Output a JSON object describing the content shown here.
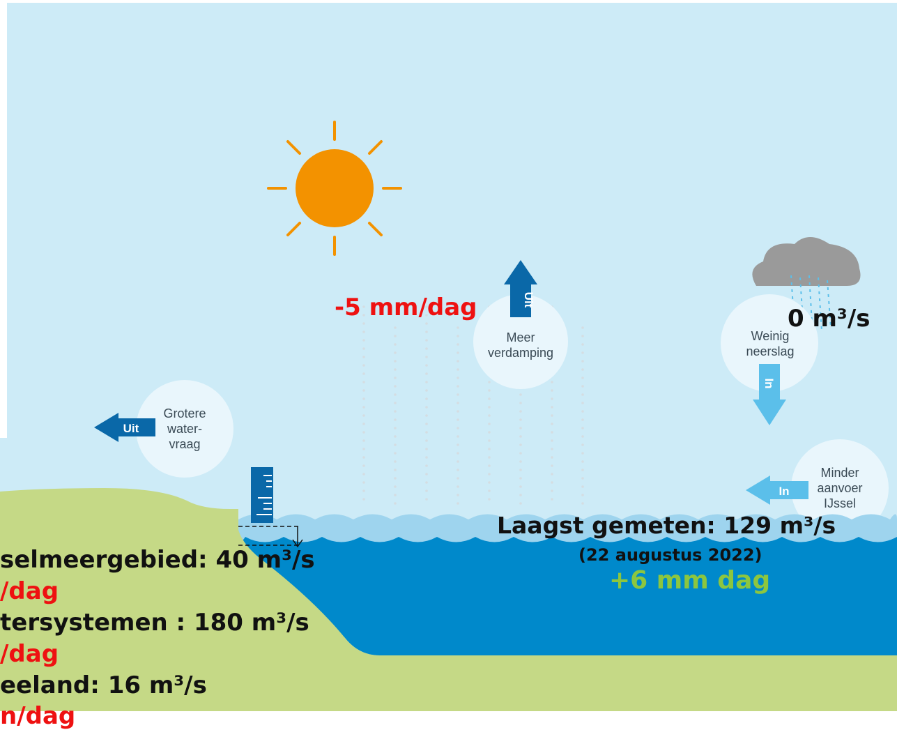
{
  "evaporation": {
    "value": "-5 mm/dag",
    "label_line1": "Meer",
    "label_line2": "verdamping",
    "arrow": "Uit"
  },
  "precipitation": {
    "value": "0 m³/s",
    "label_line1": "Weinig",
    "label_line2": "neerslag",
    "arrow": "In"
  },
  "demand": {
    "label_line1": "Grotere",
    "label_line2": "water-",
    "label_line3": "vraag",
    "arrow": "Uit"
  },
  "ijssel": {
    "label_line1": "Minder",
    "label_line2": "aanvoer",
    "label_line3": "IJssel",
    "arrow": "In",
    "lowest": "Laagst gemeten: 129 m³/s",
    "date": "(22 augustus 2022)",
    "change": "+6 mm dag"
  },
  "outflows": [
    {
      "text": "selmeergebied: 40 m³/s",
      "color": "black"
    },
    {
      "text": "/dag",
      "color": "red"
    },
    {
      "text": "tersystemen : 180 m³/s",
      "color": "black"
    },
    {
      "text": "/dag",
      "color": "red"
    },
    {
      "text": "eeland: 16 m³/s",
      "color": "black"
    },
    {
      "text": "n/dag",
      "color": "red"
    }
  ],
  "colors": {
    "sky": "#cdebf7",
    "sun": "#f39200",
    "land": "#c5d986",
    "water_dark": "#0089cb",
    "water_light": "#9ed4ee",
    "arrow_out": "#0a68a8",
    "arrow_in": "#5bbfea",
    "cloud": "#9a9a9a"
  }
}
